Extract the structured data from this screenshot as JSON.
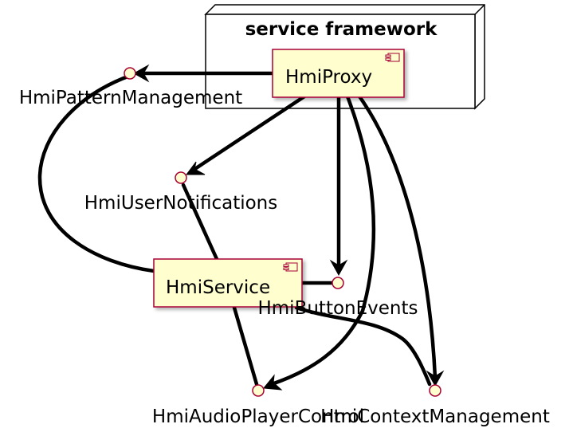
{
  "package": {
    "title": "service framework"
  },
  "components": {
    "proxy": "HmiProxy",
    "service": "HmiService"
  },
  "interfaces": {
    "pattern": "HmiPatternManagement",
    "notifications": "HmiUserNotifications",
    "buttons": "HmiButtonEvents",
    "audio": "HmiAudioPlayerControl",
    "context": "HmiContextManagement"
  },
  "colors": {
    "element_fill": "#FEFECE",
    "element_border": "#A80036",
    "line": "#000000",
    "background": "#FFFFFF"
  }
}
